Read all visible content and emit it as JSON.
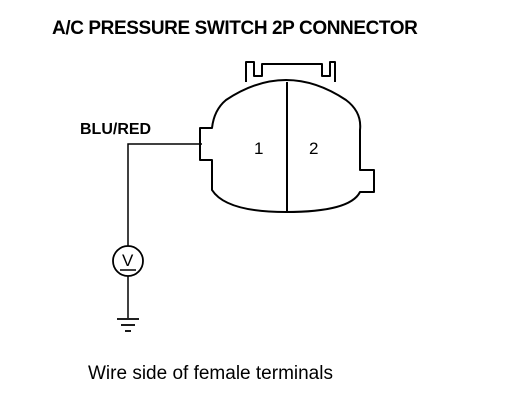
{
  "title": "A/C PRESSURE SWITCH 2P CONNECTOR",
  "wire_label": "BLU/RED",
  "terminals": [
    {
      "number": "1"
    },
    {
      "number": "2"
    }
  ],
  "meter_symbol": "V",
  "caption": "Wire side of female terminals",
  "icons": {
    "meter": "voltmeter-icon",
    "ground": "ground-icon",
    "connector": "connector-icon"
  },
  "colors": {
    "line": "#000000",
    "background": "#ffffff"
  }
}
